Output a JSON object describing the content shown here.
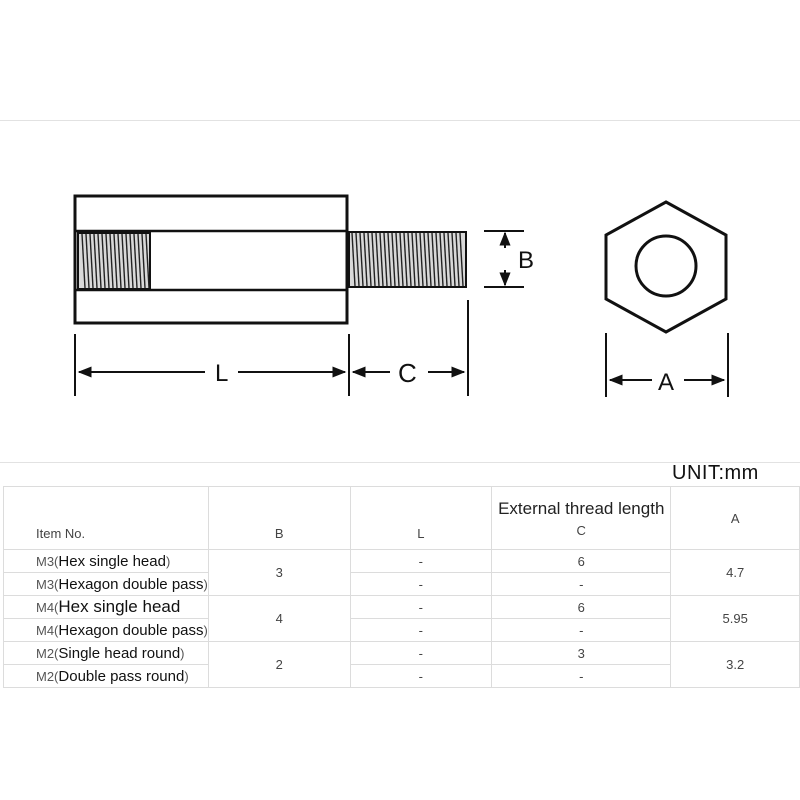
{
  "diagram": {
    "labels": {
      "B": "B",
      "L": "L",
      "C": "C",
      "A": "A"
    }
  },
  "unit_label": "UNIT:mm",
  "table": {
    "headers": {
      "item": "Item No.",
      "b": "B",
      "l": "L",
      "c_title": "External thread length",
      "c": "C",
      "a": "A"
    },
    "rows": [
      {
        "prefix": "M3(",
        "name": "Hex single head",
        "suffix": ")",
        "l": "-",
        "c": "6"
      },
      {
        "prefix": "M3(",
        "name": "Hexagon double pass",
        "suffix": ")",
        "l": "-",
        "c": "-"
      },
      {
        "prefix": "M4(",
        "name": "Hex single head",
        "suffix": "",
        "l": "-",
        "c": "6"
      },
      {
        "prefix": "M4(",
        "name": "Hexagon double pass",
        "suffix": ")",
        "l": "-",
        "c": "-"
      },
      {
        "prefix": "M2(",
        "name": "Single head round",
        "suffix": ")",
        "l": "-",
        "c": "3"
      },
      {
        "prefix": "M2(",
        "name": "Double pass round",
        "suffix": ")",
        "l": "-",
        "c": "-"
      }
    ],
    "groups": [
      {
        "b": "3",
        "a": "4.7"
      },
      {
        "b": "4",
        "a": "5.95"
      },
      {
        "b": "2",
        "a": "3.2"
      }
    ]
  }
}
